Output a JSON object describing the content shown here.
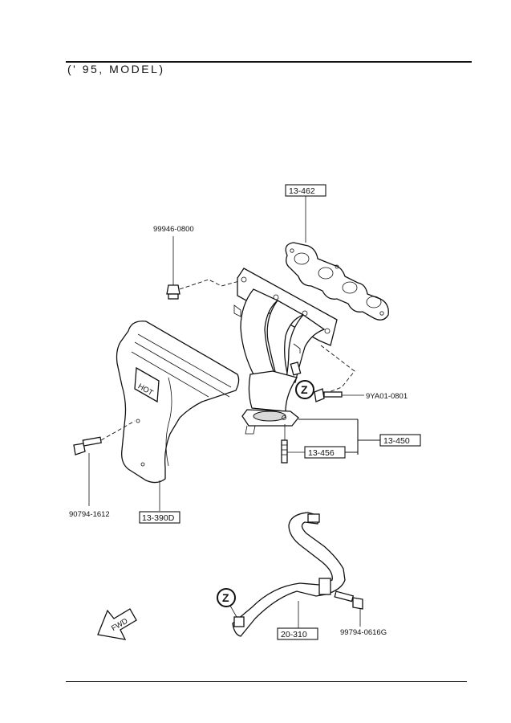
{
  "header": {
    "title": "(' 95, MODEL)"
  },
  "callouts": {
    "boxed": {
      "c13_462": "13-462",
      "c13_450": "13-450",
      "c13_456": "13-456",
      "c13_390d": "13-390D",
      "c20_310": "20-310"
    },
    "plain": {
      "p99946": "99946-0800",
      "p9ya01": "9YA01-0801",
      "p90794": "90794-1612",
      "p99794": "99794-0616G"
    },
    "markers": {
      "z1": "Z",
      "z2": "Z"
    }
  },
  "heat_shield": {
    "logo": "HOT"
  },
  "fwd_arrow": {
    "label": "FWD"
  }
}
